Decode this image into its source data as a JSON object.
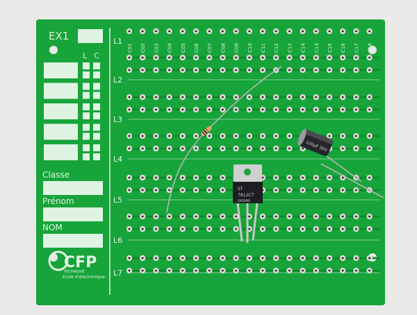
{
  "board": {
    "title": "EX1",
    "lc_header": {
      "l": "L",
      "c": "C"
    },
    "fields": {
      "classe": "Classe",
      "prenom": "Prénom",
      "nom": "NOM"
    },
    "rows": [
      "L1",
      "L2",
      "L3",
      "L4",
      "L5",
      "L6",
      "L7"
    ],
    "columns": [
      "C01",
      "C02",
      "C03",
      "C04",
      "C05",
      "C06",
      "C07",
      "C08",
      "C09",
      "C10",
      "C11",
      "C12",
      "C13",
      "C14",
      "C14",
      "C15",
      "C16",
      "C17",
      "C18"
    ],
    "logo": {
      "brand": "CFP",
      "sub": "TECHNIQUE",
      "tagline": "Ecole d'électronique"
    },
    "colors": {
      "background": "#e9e9e7",
      "pcb_green": "#17a43a",
      "pcb_dark": "#0f8a2e",
      "silkscreen": "#dff3e3",
      "pad_copper": "#d9d9d2",
      "pad_hole": "#1a1a1a"
    }
  },
  "components": {
    "regulator": {
      "brand": "ST",
      "part": "7812CT",
      "lot": "GHS4N"
    },
    "capacitor": {
      "marking": "100µF 35V"
    },
    "resistor": {
      "bands": [
        "#8b2b1b",
        "#1a1a1a",
        "#b5651d",
        "#c9a227"
      ]
    }
  }
}
